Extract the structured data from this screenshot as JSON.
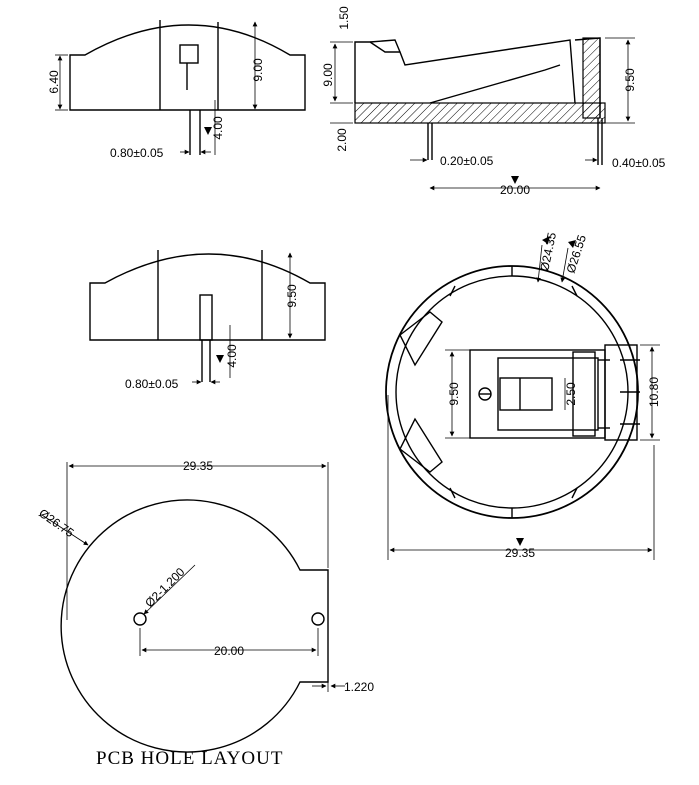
{
  "drawing": {
    "side_view_1": {
      "height_body": "6.40",
      "height_total": "9.00",
      "pin_length": "4.00",
      "pin_width": "0.80±0.05"
    },
    "section_view": {
      "top_height": "1.50",
      "body_height": "9.00",
      "base_height": "2.00",
      "total_height": "9.50",
      "pin_thickness_a": "0.20±0.05",
      "pin_thickness_b": "0.40±0.05",
      "pin_spacing": "20.00"
    },
    "side_view_2": {
      "height_total": "9.50",
      "pin_length": "4.00",
      "pin_width": "0.80±0.05"
    },
    "top_view": {
      "inner_diameter": "Ø24.35",
      "outer_diameter": "Ø26.55",
      "slot_height": "9.50",
      "slot_width": "2.50",
      "tab_height": "10.80",
      "overall_width": "29.35"
    },
    "pcb_layout": {
      "overall_width": "29.35",
      "circle_diameter": "Ø26.75",
      "hole_diameter": "Ø2-1.200",
      "hole_spacing": "20.00",
      "tab_offset": "1.220",
      "title": "PCB HOLE LAYOUT"
    }
  }
}
